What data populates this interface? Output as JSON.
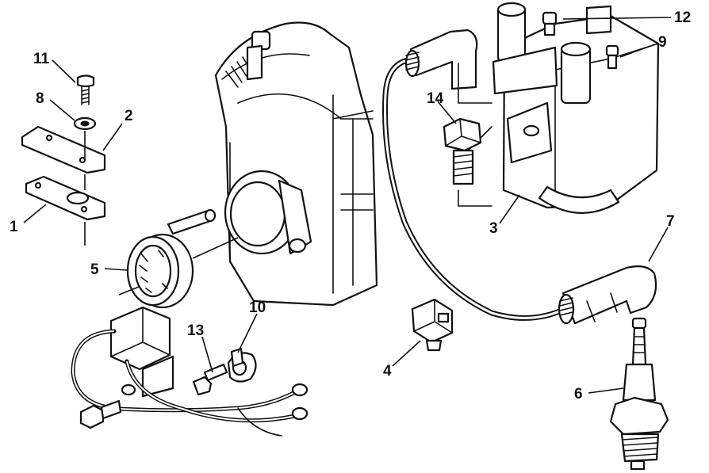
{
  "callouts": [
    {
      "id": "c1",
      "text": "1"
    },
    {
      "id": "c2",
      "text": "2"
    },
    {
      "id": "c3",
      "text": "3"
    },
    {
      "id": "c4",
      "text": "4"
    },
    {
      "id": "c5",
      "text": "5"
    },
    {
      "id": "c6",
      "text": "6"
    },
    {
      "id": "c7",
      "text": "7"
    },
    {
      "id": "c8",
      "text": "8"
    },
    {
      "id": "c9",
      "text": "9"
    },
    {
      "id": "c10",
      "text": "10"
    },
    {
      "id": "c11",
      "text": "11"
    },
    {
      "id": "c12",
      "text": "12"
    },
    {
      "id": "c13",
      "text": "13"
    },
    {
      "id": "c14",
      "text": "14"
    }
  ],
  "colors": {
    "line": "#111111",
    "background": "#ffffff"
  }
}
